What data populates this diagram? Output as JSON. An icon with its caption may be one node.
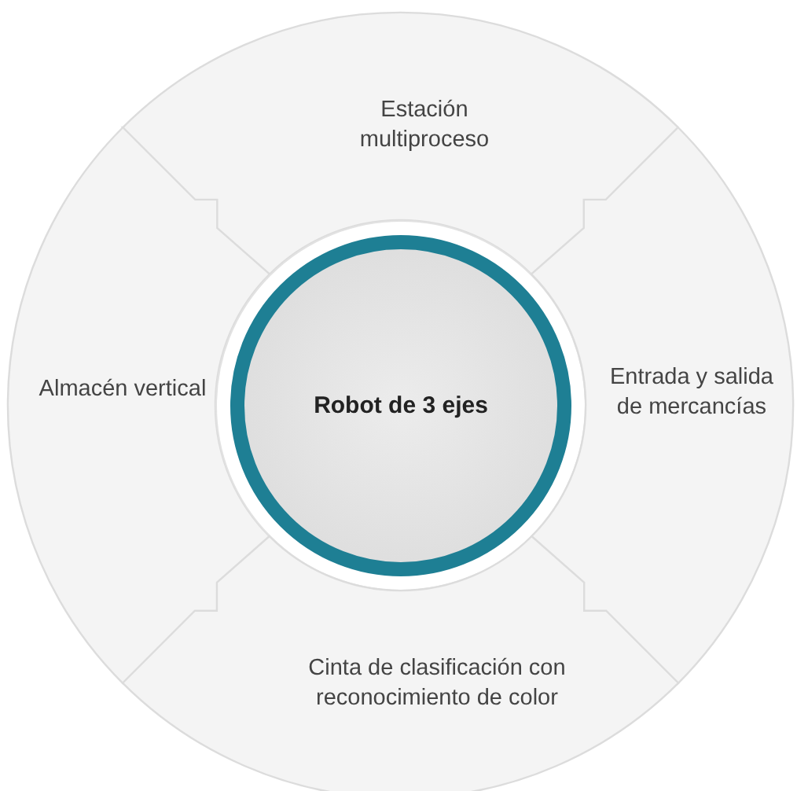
{
  "diagram": {
    "nodes": [
      {
        "text": [
          "Estación multiproceso"
        ]
      },
      {
        "text": [
          "Almacén vertical"
        ]
      },
      {
        "text": [
          "Robot de 3 ejes"
        ]
      },
      {
        "text": [
          "Entrada y salida de mercancías"
        ]
      },
      {
        "text": [
          "Cinta de clasificación con reconocimiento de color"
        ]
      }
    ]
  }
}
